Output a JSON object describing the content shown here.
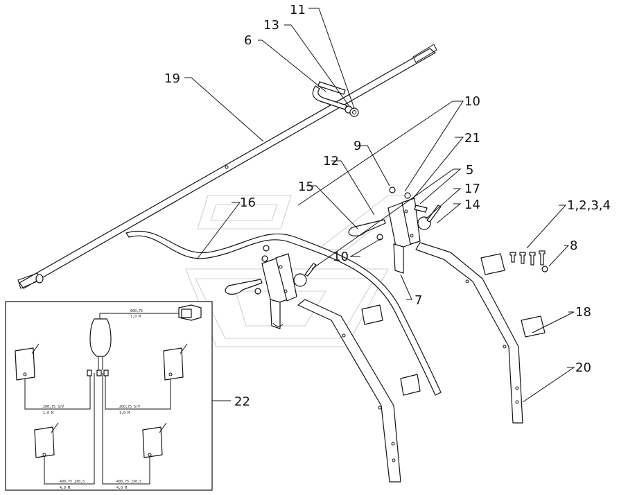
{
  "callouts": [
    {
      "id": "c11",
      "text": "11"
    },
    {
      "id": "c13",
      "text": "13"
    },
    {
      "id": "c6",
      "text": "6"
    },
    {
      "id": "c19",
      "text": "19"
    },
    {
      "id": "c10a",
      "text": "10"
    },
    {
      "id": "c21",
      "text": "21"
    },
    {
      "id": "c9",
      "text": "9"
    },
    {
      "id": "c12",
      "text": "12"
    },
    {
      "id": "c15",
      "text": "15"
    },
    {
      "id": "c5",
      "text": "5"
    },
    {
      "id": "c17",
      "text": "17"
    },
    {
      "id": "c14",
      "text": "14"
    },
    {
      "id": "c16",
      "text": "16"
    },
    {
      "id": "c1234",
      "text": "1,2,3,4"
    },
    {
      "id": "c8",
      "text": "8"
    },
    {
      "id": "c10b",
      "text": "10"
    },
    {
      "id": "c7",
      "text": "7"
    },
    {
      "id": "c18",
      "text": "18"
    },
    {
      "id": "c20",
      "text": "20"
    },
    {
      "id": "c22",
      "text": "22"
    }
  ],
  "inset": {
    "cables": [
      {
        "id": "w1",
        "line1": "600,75",
        "line2": "1,0 M"
      },
      {
        "id": "w2",
        "line1": "200,75 S/V",
        "line2": "1,0 M"
      },
      {
        "id": "w3",
        "line1": "200,75 S/V",
        "line2": "1,0 M"
      },
      {
        "id": "w4",
        "line1": "400,75 2X0,5",
        "line2": "4,0 M"
      },
      {
        "id": "w5",
        "line1": "400,75 2X0,5",
        "line2": "4,0 M"
      }
    ]
  }
}
